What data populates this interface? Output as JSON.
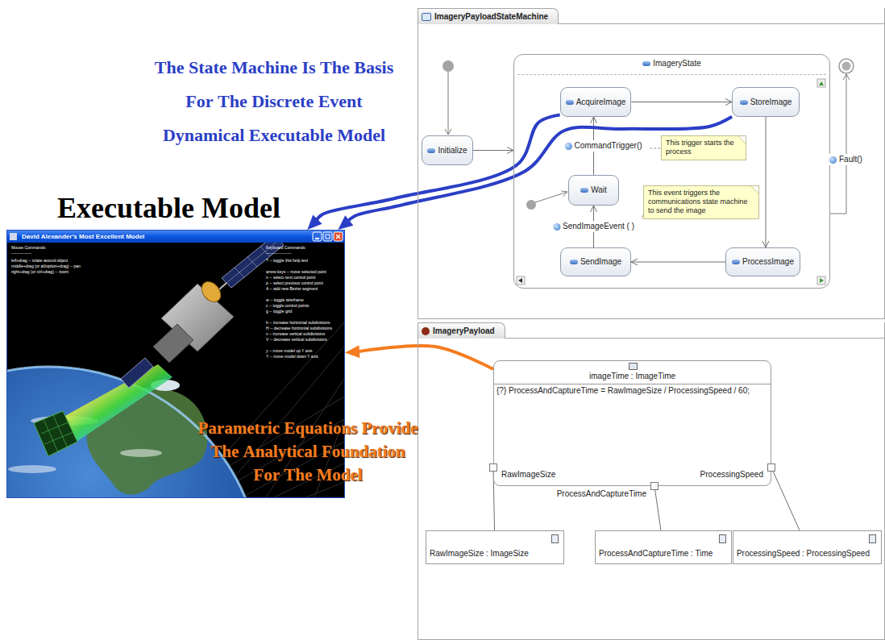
{
  "diagram": {
    "nodes": [
      {
        "text": [
          "ImageryPayloadStateMachine"
        ]
      },
      {
        "text": [
          "Initialize"
        ],
        "in": 0
      },
      {
        "text": [
          "ImageryState"
        ],
        "in": 0
      },
      {
        "text": [
          "AcquireImage"
        ],
        "in": 2
      },
      {
        "text": [
          "StoreImage"
        ],
        "in": 2
      },
      {
        "text": [
          "Wait"
        ],
        "in": 2
      },
      {
        "text": [
          "SendImage"
        ],
        "in": 2
      },
      {
        "text": [
          "ProcessImage"
        ],
        "in": 2
      },
      {
        "text": [
          "This trigger starts the process"
        ],
        "in": 2
      },
      {
        "text": [
          "This event triggers the communications state machine to send the image"
        ],
        "in": 2
      },
      {
        "text": [
          "ImageryPayload"
        ]
      },
      {
        "text": [
          "imageTime : ImageTime",
          "{?} ProcessAndCaptureTime = RawImageSize / ProcessingSpeed / 60;"
        ],
        "in": 10
      },
      {
        "text": [
          "RawImageSize"
        ],
        "in": 11
      },
      {
        "text": [
          "ProcessAndCaptureTime"
        ],
        "in": 11
      },
      {
        "text": [
          "ProcessingSpeed"
        ],
        "in": 11
      },
      {
        "text": [
          "RawImageSize : ImageSize"
        ],
        "in": 10
      },
      {
        "text": [
          "ProcessAndCaptureTime : Time"
        ],
        "in": 10
      },
      {
        "text": [
          "ProcessingSpeed : ProcessingSpeed"
        ],
        "in": 10
      },
      {
        "text": [
          "Executable Model",
          "David Alexander's Most Excellent Model"
        ]
      }
    ],
    "edges": [
      {
        "from": 1,
        "to": 2,
        "arrow": "to"
      },
      {
        "from": 3,
        "to": 4,
        "arrow": "to"
      },
      {
        "from": 4,
        "to": 7,
        "arrow": "to"
      },
      {
        "from": 7,
        "to": 6,
        "arrow": "to"
      },
      {
        "from": 6,
        "to": 5,
        "label": "SendImageEvent ( )",
        "arrow": "to"
      },
      {
        "from": 5,
        "to": 3,
        "label": "CommandTrigger()",
        "arrow": "to"
      },
      {
        "from": 3,
        "to": 18,
        "arrow": "to"
      },
      {
        "from": 4,
        "to": 18,
        "arrow": "to"
      },
      {
        "from": 11,
        "to": 18,
        "arrow": "to"
      },
      {
        "from": 12,
        "to": 15,
        "arrow": "none"
      },
      {
        "from": 13,
        "to": 16,
        "arrow": "none"
      },
      {
        "from": 14,
        "to": 17,
        "arrow": "none"
      }
    ],
    "labels": [
      "The State Machine Is The Basis For The Discrete Event Dynamical Executable Model",
      "Parametric Equations Provide The Analytical Foundation For The Model",
      "Fault()",
      "Mouse Commands:",
      "---------------",
      "left+drag -- rotate around object",
      "middle+drag (or alt/option+drag) -- pan",
      "right+drag (or ctrl+drag) -- zoom",
      "Keyboard Commands:",
      "-------------------",
      "? -- toggle this help text",
      "arrow keys -- move selected point",
      "n -- select next control point",
      "p -- select previous control point",
      "A -- add new Bezier segment",
      "w -- toggle wireframe",
      "c -- toggle control points",
      "g -- toggle grid",
      "h -- increase horizontal subdivisions",
      "H -- decrease horizontal subdivisions",
      "v -- increase vertical subdivisions",
      "V -- decrease vertical subdivisions",
      "y -- move model up Y axis",
      "Y -- move model down Y axis"
    ]
  }
}
